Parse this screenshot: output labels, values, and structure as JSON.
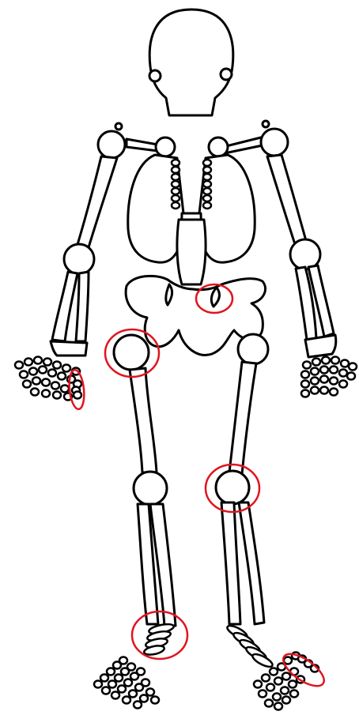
{
  "figure": {
    "subject": "skeleton",
    "line_color": "#000000",
    "background_color": "#ffffff",
    "highlight_color": "#e0141e"
  },
  "highlights": [
    {
      "name": "sacrum"
    },
    {
      "name": "right-hip-joint"
    },
    {
      "name": "right-finger-bones"
    },
    {
      "name": "left-knee-joint"
    },
    {
      "name": "right-ankle-joint"
    },
    {
      "name": "left-toe-bones"
    }
  ]
}
